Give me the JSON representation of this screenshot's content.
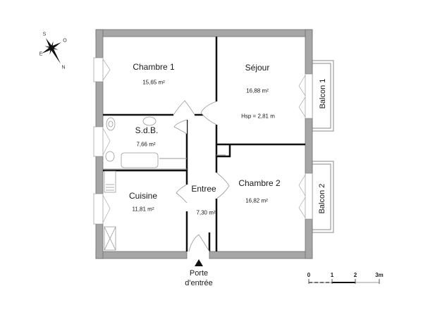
{
  "plan": {
    "rooms": [
      {
        "name": "Chambre 1",
        "area": "15,65 m²"
      },
      {
        "name": "Séjour",
        "area": "16,88 m²",
        "ceiling_height": "Hsp = 2,81 m"
      },
      {
        "name": "S.d.B.",
        "area": "7,66 m²"
      },
      {
        "name": "Entree",
        "area": "7,30 m²"
      },
      {
        "name": "Cuisine",
        "area": "11,81 m²"
      },
      {
        "name": "Chambre 2",
        "area": "16,82 m²"
      }
    ],
    "balconies": [
      {
        "name": "Balcon 1"
      },
      {
        "name": "Balcon 2"
      }
    ],
    "entrance": {
      "line1": "Porte",
      "line2": "d'entrée"
    },
    "compass": {
      "top": "S",
      "right": "O",
      "left": "E",
      "bottom": "N"
    },
    "scale_bar": {
      "ticks": [
        "0",
        "1",
        "2",
        "3m"
      ]
    },
    "colors": {
      "wall": "#a6a6a6",
      "wall_edge": "#6e6e6e",
      "partition": "#111111",
      "fixture": "#9a9a9a"
    }
  }
}
